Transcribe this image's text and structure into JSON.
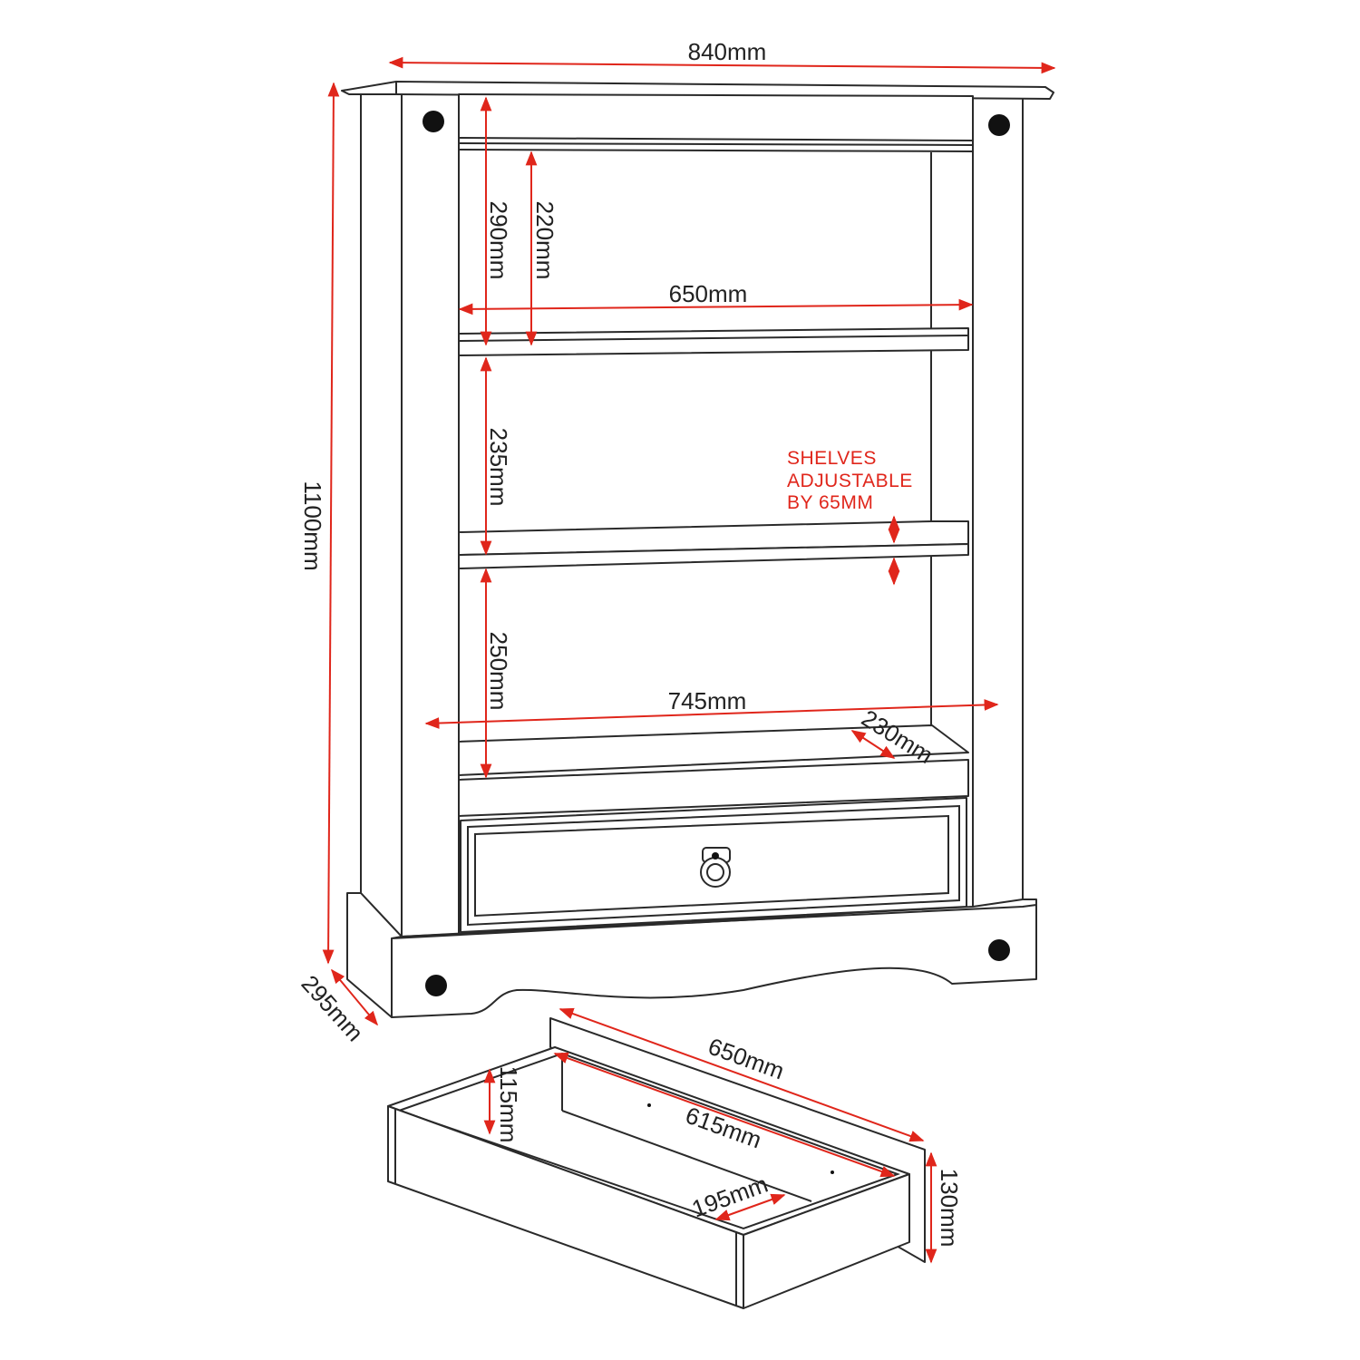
{
  "diagram": {
    "accent_color": "#e0261b",
    "line_color": "#2a2a2a",
    "bookcase": {
      "overall_width": "840mm",
      "overall_height": "1100mm",
      "overall_depth": "295mm",
      "top_section_height": "290mm",
      "top_shelf_gap": "220mm",
      "inner_width": "650mm",
      "middle_shelf_gap": "235mm",
      "bottom_shelf_gap": "250mm",
      "shelf_width": "745mm",
      "shelf_depth": "230mm",
      "note": [
        "SHELVES",
        "ADJUSTABLE",
        "BY 65MM"
      ]
    },
    "drawer": {
      "front_width": "650mm",
      "inner_width": "615mm",
      "inner_height": "115mm",
      "inner_depth": "195mm",
      "front_height": "130mm"
    }
  }
}
